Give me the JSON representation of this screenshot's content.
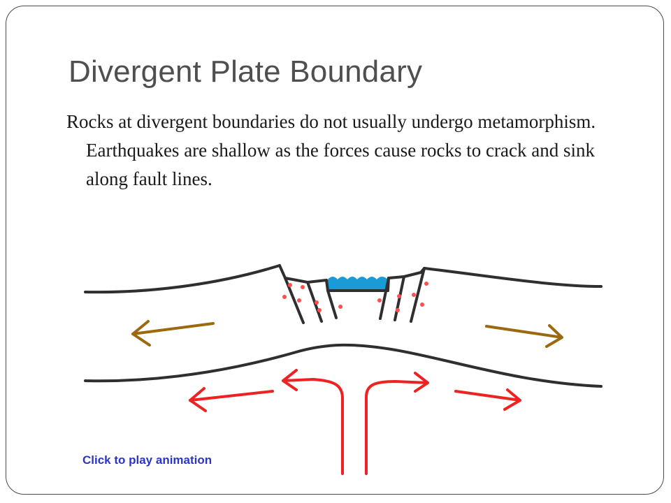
{
  "slide": {
    "title": "Divergent Plate Boundary",
    "body": "Rocks at divergent boundaries do not usually undergo metamorphism. Earthquakes are shallow as the forces cause rocks to crack and sink along fault lines.",
    "animation_link": "Click to play animation"
  },
  "diagram": {
    "icons": [
      "plate-line",
      "fault-block",
      "ocean-water",
      "earthquake-dot",
      "plate-motion-arrow",
      "mantle-flow-arrow"
    ],
    "colors": {
      "outline": "#2f2f2f",
      "water": "#1a9bd8",
      "earthquake": "#ff4f4f",
      "plate_arrow": "#9b6a10",
      "mantle_arrow": "#ee2222",
      "link": "#2a35c8"
    }
  }
}
